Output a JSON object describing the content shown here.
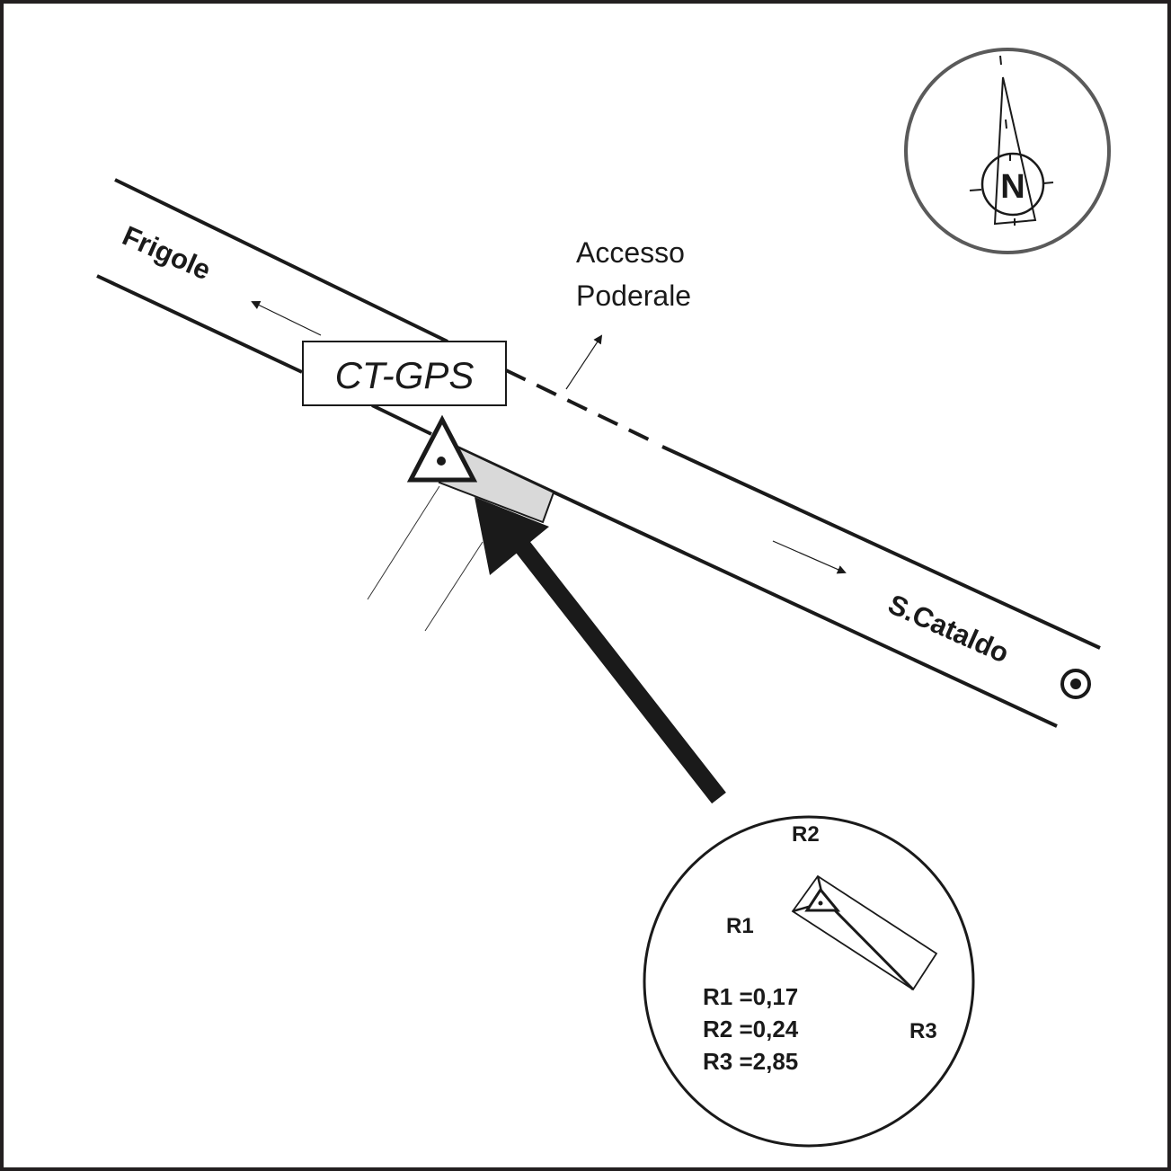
{
  "diagram": {
    "station_label": "CT-GPS",
    "destinations": {
      "west": "Frigole",
      "east": "S.Cataldo"
    },
    "access_label_line1": "Accesso",
    "access_label_line2": "Poderale",
    "north_label": "N",
    "detail": {
      "labels": {
        "r1": "R1",
        "r2": "R2",
        "r3": "R3"
      },
      "values": [
        {
          "name": "R1",
          "text": "R1 =0,17",
          "value": 0.17
        },
        {
          "name": "R2",
          "text": "R2 =0,24",
          "value": 0.24
        },
        {
          "name": "R3",
          "text": "R3 =2,85",
          "value": 2.85
        }
      ]
    },
    "colors": {
      "ink": "#1a1a1a",
      "compass_ring": "#5a5a5a",
      "monument_fill": "#d9d9d9",
      "frame": "#231f20"
    }
  }
}
